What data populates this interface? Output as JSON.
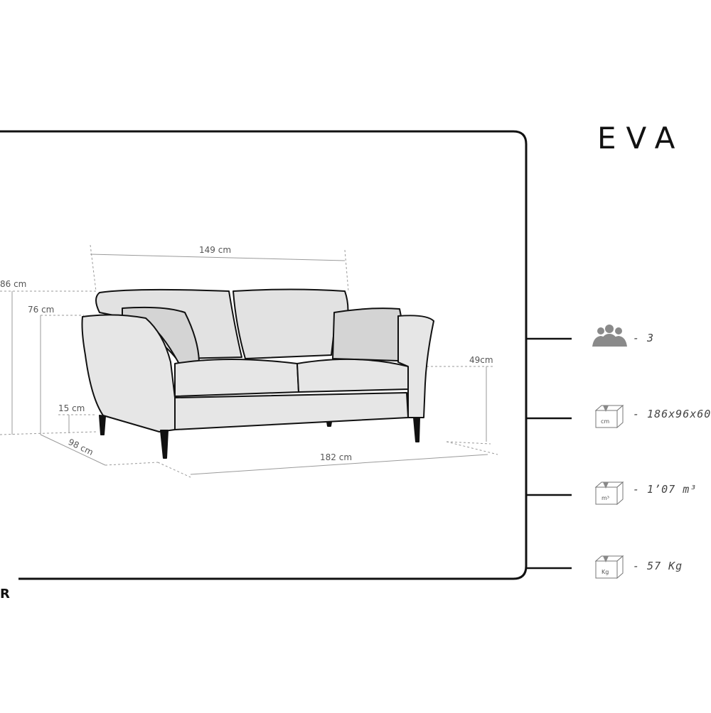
{
  "product": {
    "name": "EVA"
  },
  "dimensions": {
    "back_width": "149 cm",
    "total_height": "86 cm",
    "arm_height": "76 cm",
    "seat_height": "49cm",
    "leg_height": "15 cm",
    "depth": "98 cm",
    "total_width": "182 cm"
  },
  "specs": [
    {
      "icon": "people-icon",
      "text": "- 3"
    },
    {
      "icon": "box-cm-icon",
      "icon_label": "cm",
      "text": "- 186x96x60"
    },
    {
      "icon": "box-m3-icon",
      "icon_label": "m³",
      "text": "- 1’07 m³"
    },
    {
      "icon": "box-kg-icon",
      "icon_label": "Kg",
      "text": "- 57 Kg"
    }
  ],
  "brand": {
    "fragment": "R"
  },
  "colors": {
    "outline": "#111111",
    "sofa_fill": "#e6e6e6",
    "sofa_shade": "#d4d4d4",
    "dimension_line": "#9a9a9a",
    "icon_fill": "#8a8a8a"
  }
}
